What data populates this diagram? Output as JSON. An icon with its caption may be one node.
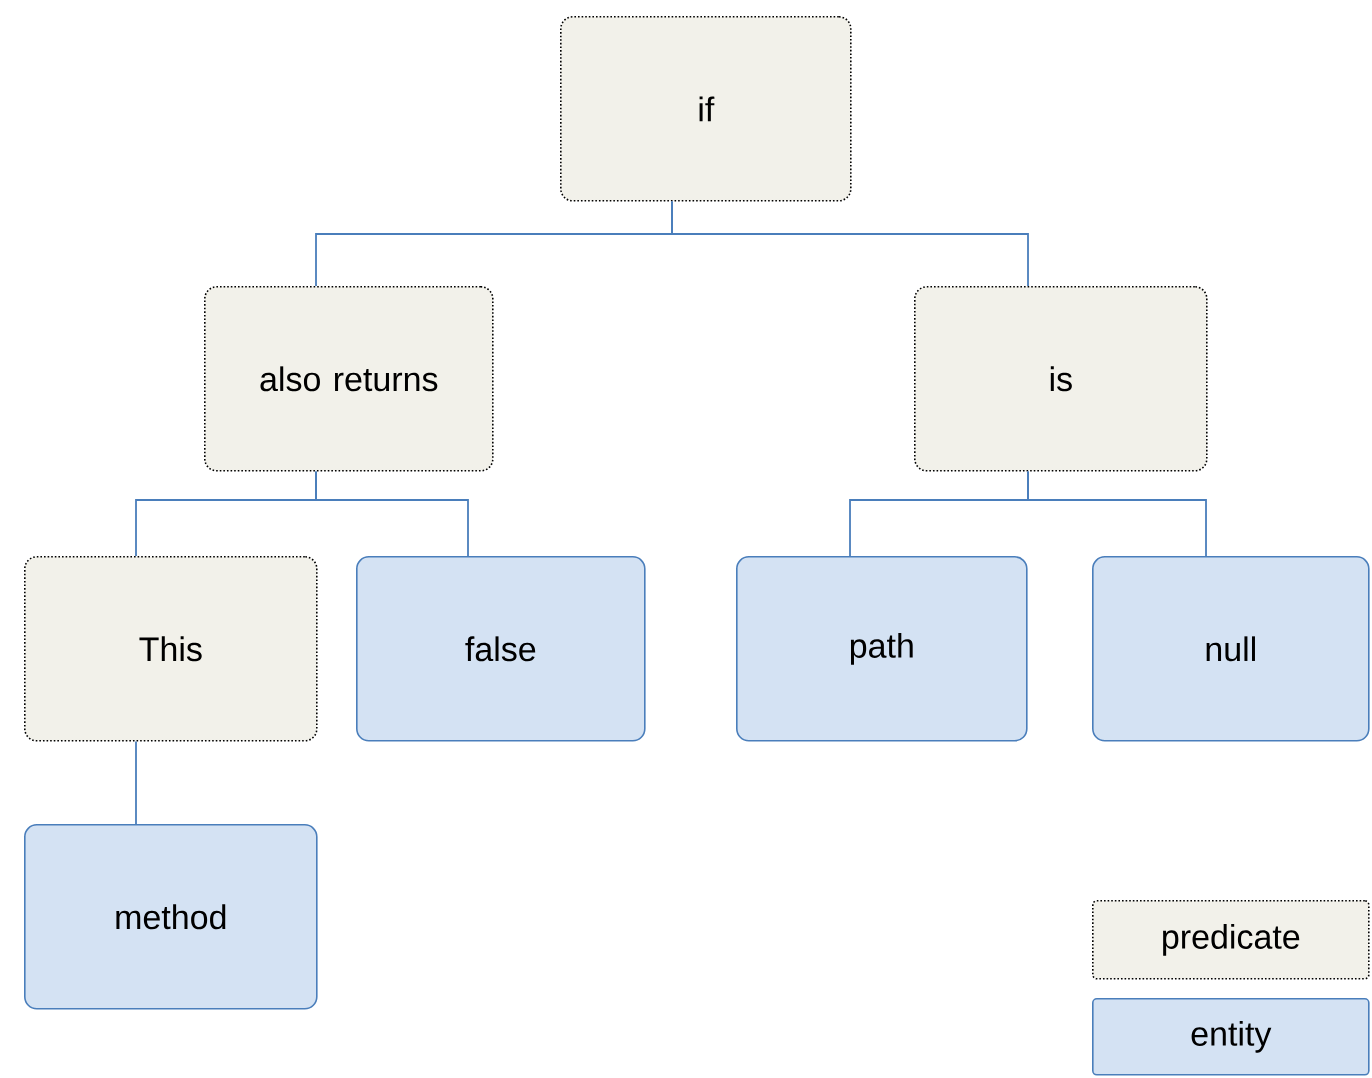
{
  "diagram": {
    "nodes": [
      {
        "text": [
          "if"
        ]
      },
      {
        "text": [
          "also returns"
        ]
      },
      {
        "text": [
          "is"
        ]
      },
      {
        "text": [
          "This"
        ]
      },
      {
        "text": [
          "false"
        ]
      },
      {
        "text": [
          "path"
        ]
      },
      {
        "text": [
          "null"
        ]
      },
      {
        "text": [
          "method"
        ]
      }
    ],
    "edges": [
      {
        "from": 0,
        "to": 1,
        "arrow": "none"
      },
      {
        "from": 0,
        "to": 2,
        "arrow": "none"
      },
      {
        "from": 1,
        "to": 3,
        "arrow": "none"
      },
      {
        "from": 1,
        "to": 4,
        "arrow": "none"
      },
      {
        "from": 2,
        "to": 5,
        "arrow": "none"
      },
      {
        "from": 2,
        "to": 6,
        "arrow": "none"
      },
      {
        "from": 3,
        "to": 7,
        "arrow": "none"
      }
    ],
    "legend": [
      {
        "text": "predicate",
        "color": "#f2f1ea"
      },
      {
        "text": "entity",
        "color": "#d4e2f3"
      }
    ]
  }
}
